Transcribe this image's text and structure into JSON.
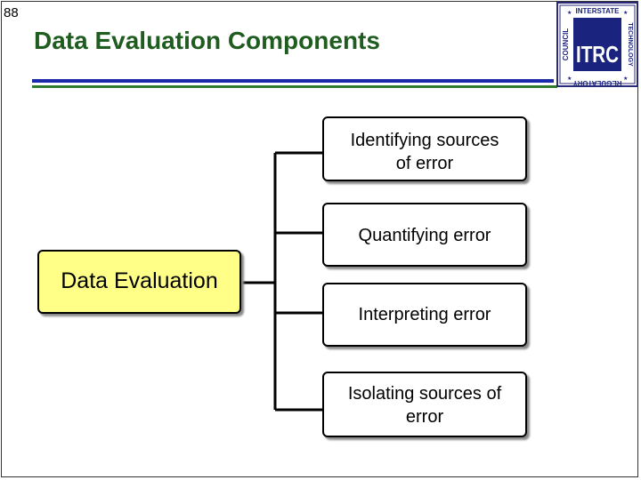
{
  "slide": {
    "number": "88",
    "title": "Data Evaluation Components"
  },
  "logo": {
    "big_text": "ITRC",
    "top_text": "INTERSTATE",
    "right_text": "TECHNOLOGY",
    "bottom_text": "REGULATORY",
    "left_text": "COUNCIL",
    "colors": {
      "border": "#2a2a7a",
      "fill": "#ffffff",
      "text": "#1a237e"
    }
  },
  "diagram": {
    "root": {
      "label": "Data Evaluation"
    },
    "children": [
      {
        "label": "Identifying sources\nof error"
      },
      {
        "label": "Quantifying error"
      },
      {
        "label": "Interpreting error"
      },
      {
        "label": "Isolating sources   of\nerror"
      }
    ],
    "colors": {
      "root_fill": "#ffff88",
      "node_fill": "#ffffff",
      "line": "#000000"
    }
  },
  "theme": {
    "title_color": "#1f5c1f",
    "rule_blue": "#1a2aa8",
    "rule_green": "#2f7a2f"
  }
}
